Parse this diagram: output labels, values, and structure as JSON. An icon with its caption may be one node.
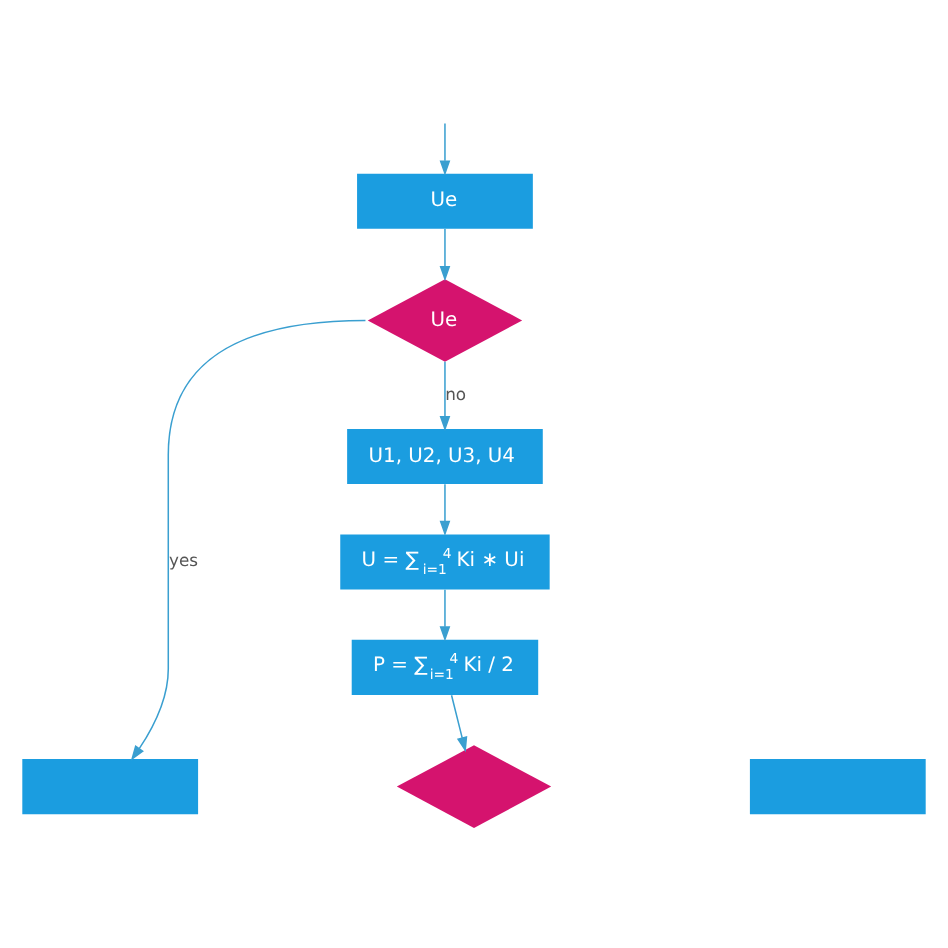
{
  "diagram": {
    "nodes": [
      {
        "text": [
          "Ue"
        ]
      },
      {
        "text": [
          "Ue"
        ]
      },
      {
        "text": [
          "U1, U2, U3, U4"
        ]
      },
      {
        "text": [
          "U = ∑$_{i=1}$$^{4}$ Ki ∗ Ui"
        ]
      },
      {
        "text": [
          "P = ∑$_{i=1}$$^{4}$ Ki / 2"
        ]
      },
      {
        "text": [],
        "shape": "box"
      },
      {
        "text": [],
        "shape": "diamond"
      },
      {
        "text": [],
        "shape": "box"
      }
    ],
    "edges": [
      {
        "from": null,
        "to": 0,
        "arrow": "to"
      },
      {
        "from": 0,
        "to": 1,
        "arrow": "to"
      },
      {
        "from": 1,
        "to": 2,
        "arrow": "to",
        "label": "no"
      },
      {
        "from": 1,
        "to": 5,
        "arrow": "to",
        "label": "yes"
      },
      {
        "from": 2,
        "to": 3,
        "arrow": "to"
      },
      {
        "from": 3,
        "to": 4,
        "arrow": "to"
      },
      {
        "from": 4,
        "to": 6,
        "arrow": "to"
      }
    ]
  }
}
